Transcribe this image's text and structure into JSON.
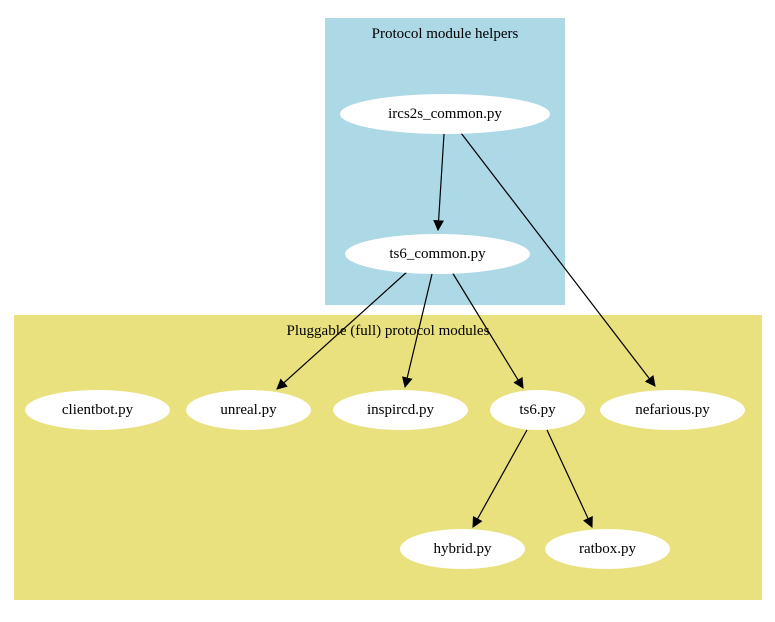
{
  "diagram": {
    "type": "directed-graph",
    "background_color": "#ffffff",
    "node_fill_color": "#ffffff",
    "edge_color": "#000000",
    "clusters": [
      {
        "id": "protocol-module-helpers",
        "label": "Protocol module helpers",
        "fill": "#add8e6"
      },
      {
        "id": "pluggable-protocol-modules",
        "label": "Pluggable (full) protocol modules",
        "fill": "#e9e17e"
      }
    ],
    "nodes": [
      {
        "id": "ircs2s_common",
        "label": "ircs2s_common.py",
        "cluster": "protocol-module-helpers"
      },
      {
        "id": "ts6_common",
        "label": "ts6_common.py",
        "cluster": "protocol-module-helpers"
      },
      {
        "id": "clientbot",
        "label": "clientbot.py",
        "cluster": "pluggable-protocol-modules"
      },
      {
        "id": "unreal",
        "label": "unreal.py",
        "cluster": "pluggable-protocol-modules"
      },
      {
        "id": "inspircd",
        "label": "inspircd.py",
        "cluster": "pluggable-protocol-modules"
      },
      {
        "id": "ts6",
        "label": "ts6.py",
        "cluster": "pluggable-protocol-modules"
      },
      {
        "id": "nefarious",
        "label": "nefarious.py",
        "cluster": "pluggable-protocol-modules"
      },
      {
        "id": "hybrid",
        "label": "hybrid.py",
        "cluster": "pluggable-protocol-modules"
      },
      {
        "id": "ratbox",
        "label": "ratbox.py",
        "cluster": "pluggable-protocol-modules"
      }
    ],
    "edges": [
      {
        "from": "ircs2s_common.py",
        "to": "ts6_common.py"
      },
      {
        "from": "ircs2s_common.py",
        "to": "nefarious.py"
      },
      {
        "from": "ts6_common.py",
        "to": "unreal.py"
      },
      {
        "from": "ts6_common.py",
        "to": "inspircd.py"
      },
      {
        "from": "ts6_common.py",
        "to": "ts6.py"
      },
      {
        "from": "ts6.py",
        "to": "hybrid.py"
      },
      {
        "from": "ts6.py",
        "to": "ratbox.py"
      }
    ]
  }
}
